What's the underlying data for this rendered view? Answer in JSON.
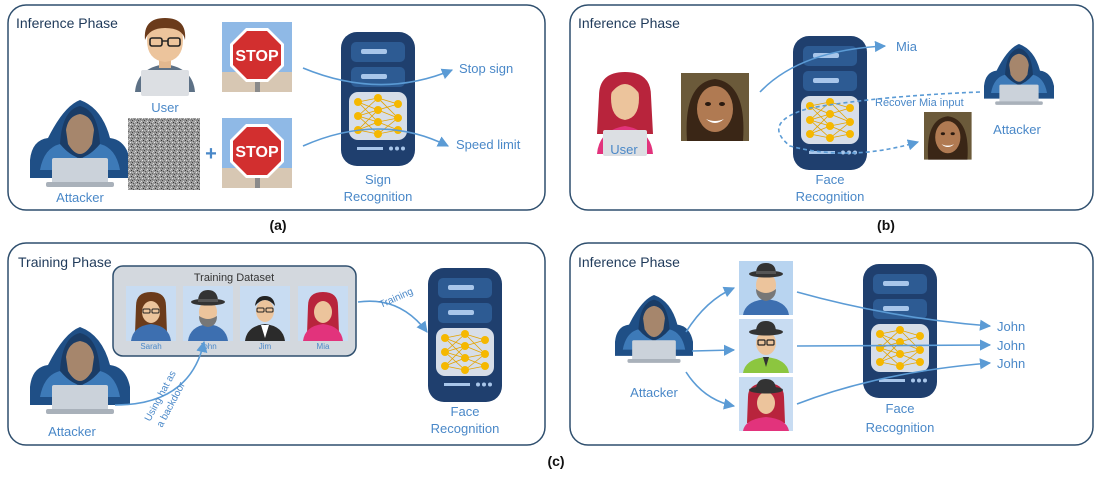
{
  "panel_a": {
    "title": "Inference Phase",
    "user_label": "User",
    "attacker_label": "Attacker",
    "stop_text": "STOP",
    "plus": "+",
    "output_1": "Stop sign",
    "output_2": "Speed limit",
    "model_line1": "Sign",
    "model_line2": "Recognition",
    "caption": "(a)"
  },
  "panel_b": {
    "title": "Inference Phase",
    "user_label": "User",
    "attacker_label": "Attacker",
    "output": "Mia",
    "recover_label": "Recover Mia input",
    "model_line1": "Face",
    "model_line2": "Recognition",
    "caption": "(b)"
  },
  "panel_c1": {
    "title": "Training Phase",
    "dataset_title": "Training Dataset",
    "people": [
      "Sarah",
      "John",
      "Jim",
      "Mia"
    ],
    "training_label": "Training",
    "backdoor_line1": "Using hat as",
    "backdoor_line2": "a backdoor",
    "attacker_label": "Attacker",
    "model_line1": "Face",
    "model_line2": "Recognition"
  },
  "panel_c2": {
    "title": "Inference Phase",
    "attacker_label": "Attacker",
    "outputs": [
      "John",
      "John",
      "John"
    ],
    "model_line1": "Face",
    "model_line2": "Recognition"
  },
  "caption_c": "(c)",
  "colors": {
    "panel_border": "#2f4f6e",
    "accent_blue": "#4a88c8",
    "server": "#1f3f6e",
    "nn_nodes": "#f5b800",
    "stop_red": "#d22f2f"
  }
}
